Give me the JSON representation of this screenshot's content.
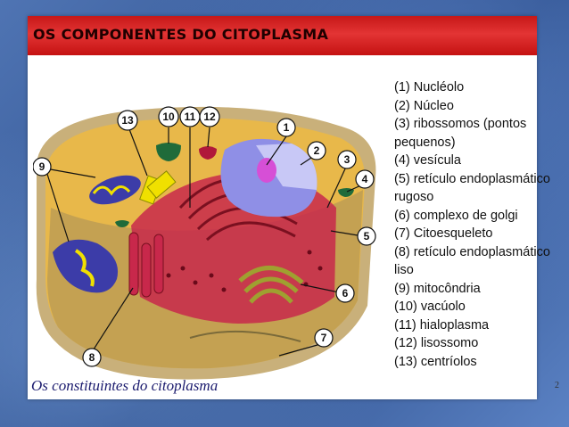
{
  "slide": {
    "title": "OS COMPONENTES DO CITOPLASMA",
    "legend_items": [
      "(1) Nucléolo",
      "(2) Núcleo",
      "(3) ribossomos (pontos pequenos)",
      "(4) vesícula",
      "(5) retículo endoplasmático rugoso",
      "(6) complexo de golgi",
      "(7) Citoesqueleto",
      "(8) retículo endoplasmático liso",
      "(9) mitocôndria",
      "(10) vacúolo",
      "(11) hialoplasma",
      "(12) lisossomo",
      "(13) centríolos"
    ],
    "page_number": "2",
    "caption": "Os constituintes do citoplasma"
  },
  "diagram": {
    "callout_numbers": [
      "1",
      "2",
      "3",
      "4",
      "5",
      "6",
      "7",
      "8",
      "9",
      "10",
      "11",
      "12",
      "13"
    ]
  },
  "colors": {
    "title_bar": "#d42020",
    "title_text": "#1f0000",
    "caption_text": "#1b1b6e",
    "cytoplasm": "#e8b84a",
    "membrane": "#c9b07a",
    "nucleus": "#8f8fe6",
    "nucleolus": "#d64fd6",
    "rough_er": "#c8284b",
    "golgi": "#9fa030",
    "mitochondria": "#3c3ca8",
    "centrioles": "#f0e000",
    "vacuole": "#1f6b3a",
    "lysosome": "#b0183a"
  }
}
